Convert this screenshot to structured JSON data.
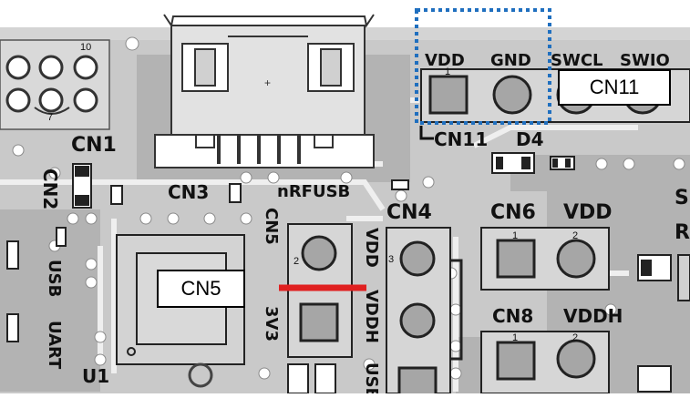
{
  "diagram": {
    "connectors": {
      "cn1": "CN1",
      "cn2": "CN2",
      "cn3": "CN3",
      "cn4": "CN4",
      "cn5": "CN5",
      "cn6": "CN6",
      "cn8": "CN8",
      "cn11": "CN11"
    },
    "pins": {
      "cn1_10": "10",
      "cn1_7": "7",
      "cn11_vdd": "VDD",
      "cn11_gnd": "GND",
      "cn11_swcl": "SWCL",
      "cn11_swio": "SWIO",
      "cn6_vdd": "VDD",
      "cn8_vddh": "VDDH",
      "cn4_vdd": "VDD",
      "cn4_vddh": "VDDH",
      "cn4_usb": "USB",
      "cn5_3v3": "3V3",
      "pin1": "1",
      "pin2": "2",
      "pin3": "3"
    },
    "labels": {
      "d4": "D4",
      "nrfusb": "nRFUSB",
      "usb": "USB",
      "uart": "UART",
      "u1": "U1",
      "s": "S",
      "r": "R"
    },
    "callouts": {
      "cn5": "CN5",
      "cn11": "CN11"
    },
    "colors": {
      "board": "#c8c8c8",
      "trace": "#b0b0b0",
      "pad": "#a6a6a6",
      "highlight_box": "#1f6fbf",
      "jumper_line": "#e02020"
    }
  }
}
